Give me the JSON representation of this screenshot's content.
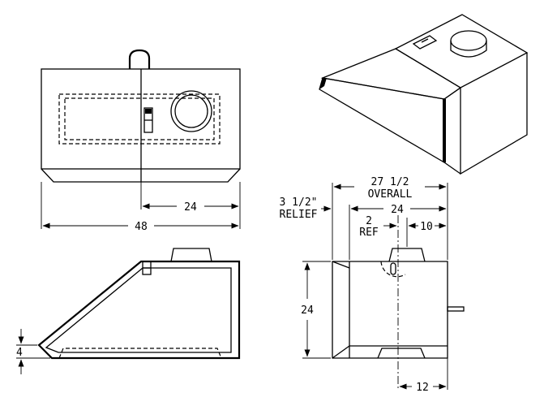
{
  "dimensions": {
    "front_width": "48",
    "front_right_half": "24",
    "overall_width": "27 1/2",
    "overall_word": "OVERALL",
    "relief_value": "3 1/2\"",
    "relief_word": "RELIEF",
    "body_width": "24",
    "ref_value": "2",
    "ref_word": "REF",
    "collar_offset": "10",
    "height": "24",
    "bottom_offset": "12",
    "lip_height": "4"
  },
  "colors": {
    "line": "#000000",
    "background": "#ffffff"
  }
}
